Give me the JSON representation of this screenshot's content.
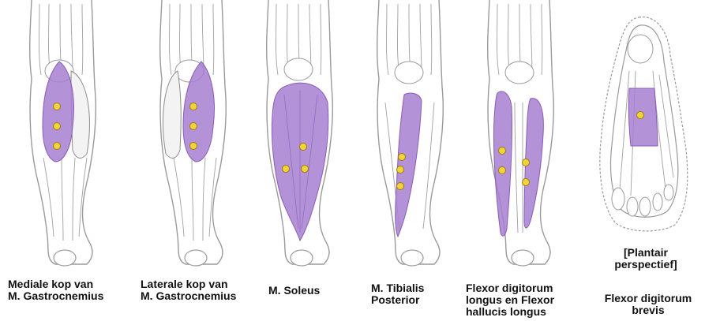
{
  "colors": {
    "muscle": "#a77fd0",
    "muscle_stroke": "#8a5bb8",
    "point_fill": "#f2d33c",
    "point_stroke": "#9c7d10",
    "outline": "#9a9a9a",
    "line": "#8c8c8c"
  },
  "panels": [
    {
      "id": "gastroc-medial",
      "label_lines": [
        "Mediale kop van",
        "M. Gastrocnemius"
      ]
    },
    {
      "id": "gastroc-lateral",
      "label_lines": [
        "Laterale kop van",
        "M. Gastrocnemius"
      ]
    },
    {
      "id": "soleus",
      "label_lines": [
        "M. Soleus"
      ]
    },
    {
      "id": "tibialis",
      "label_lines": [
        "M. Tibialis",
        "Posterior"
      ]
    },
    {
      "id": "flexor-longus",
      "label_lines": [
        "Flexor digitorum",
        "longus en Flexor",
        "hallucis longus"
      ]
    },
    {
      "id": "foot",
      "top_label_lines": [
        "[Plantair",
        "perspectief]"
      ],
      "label_lines": [
        "Flexor digitorum",
        "brevis"
      ]
    }
  ],
  "icons": [
    "leg-back-view-icon",
    "foot-plantar-view-icon",
    "trigger-point-icon"
  ]
}
